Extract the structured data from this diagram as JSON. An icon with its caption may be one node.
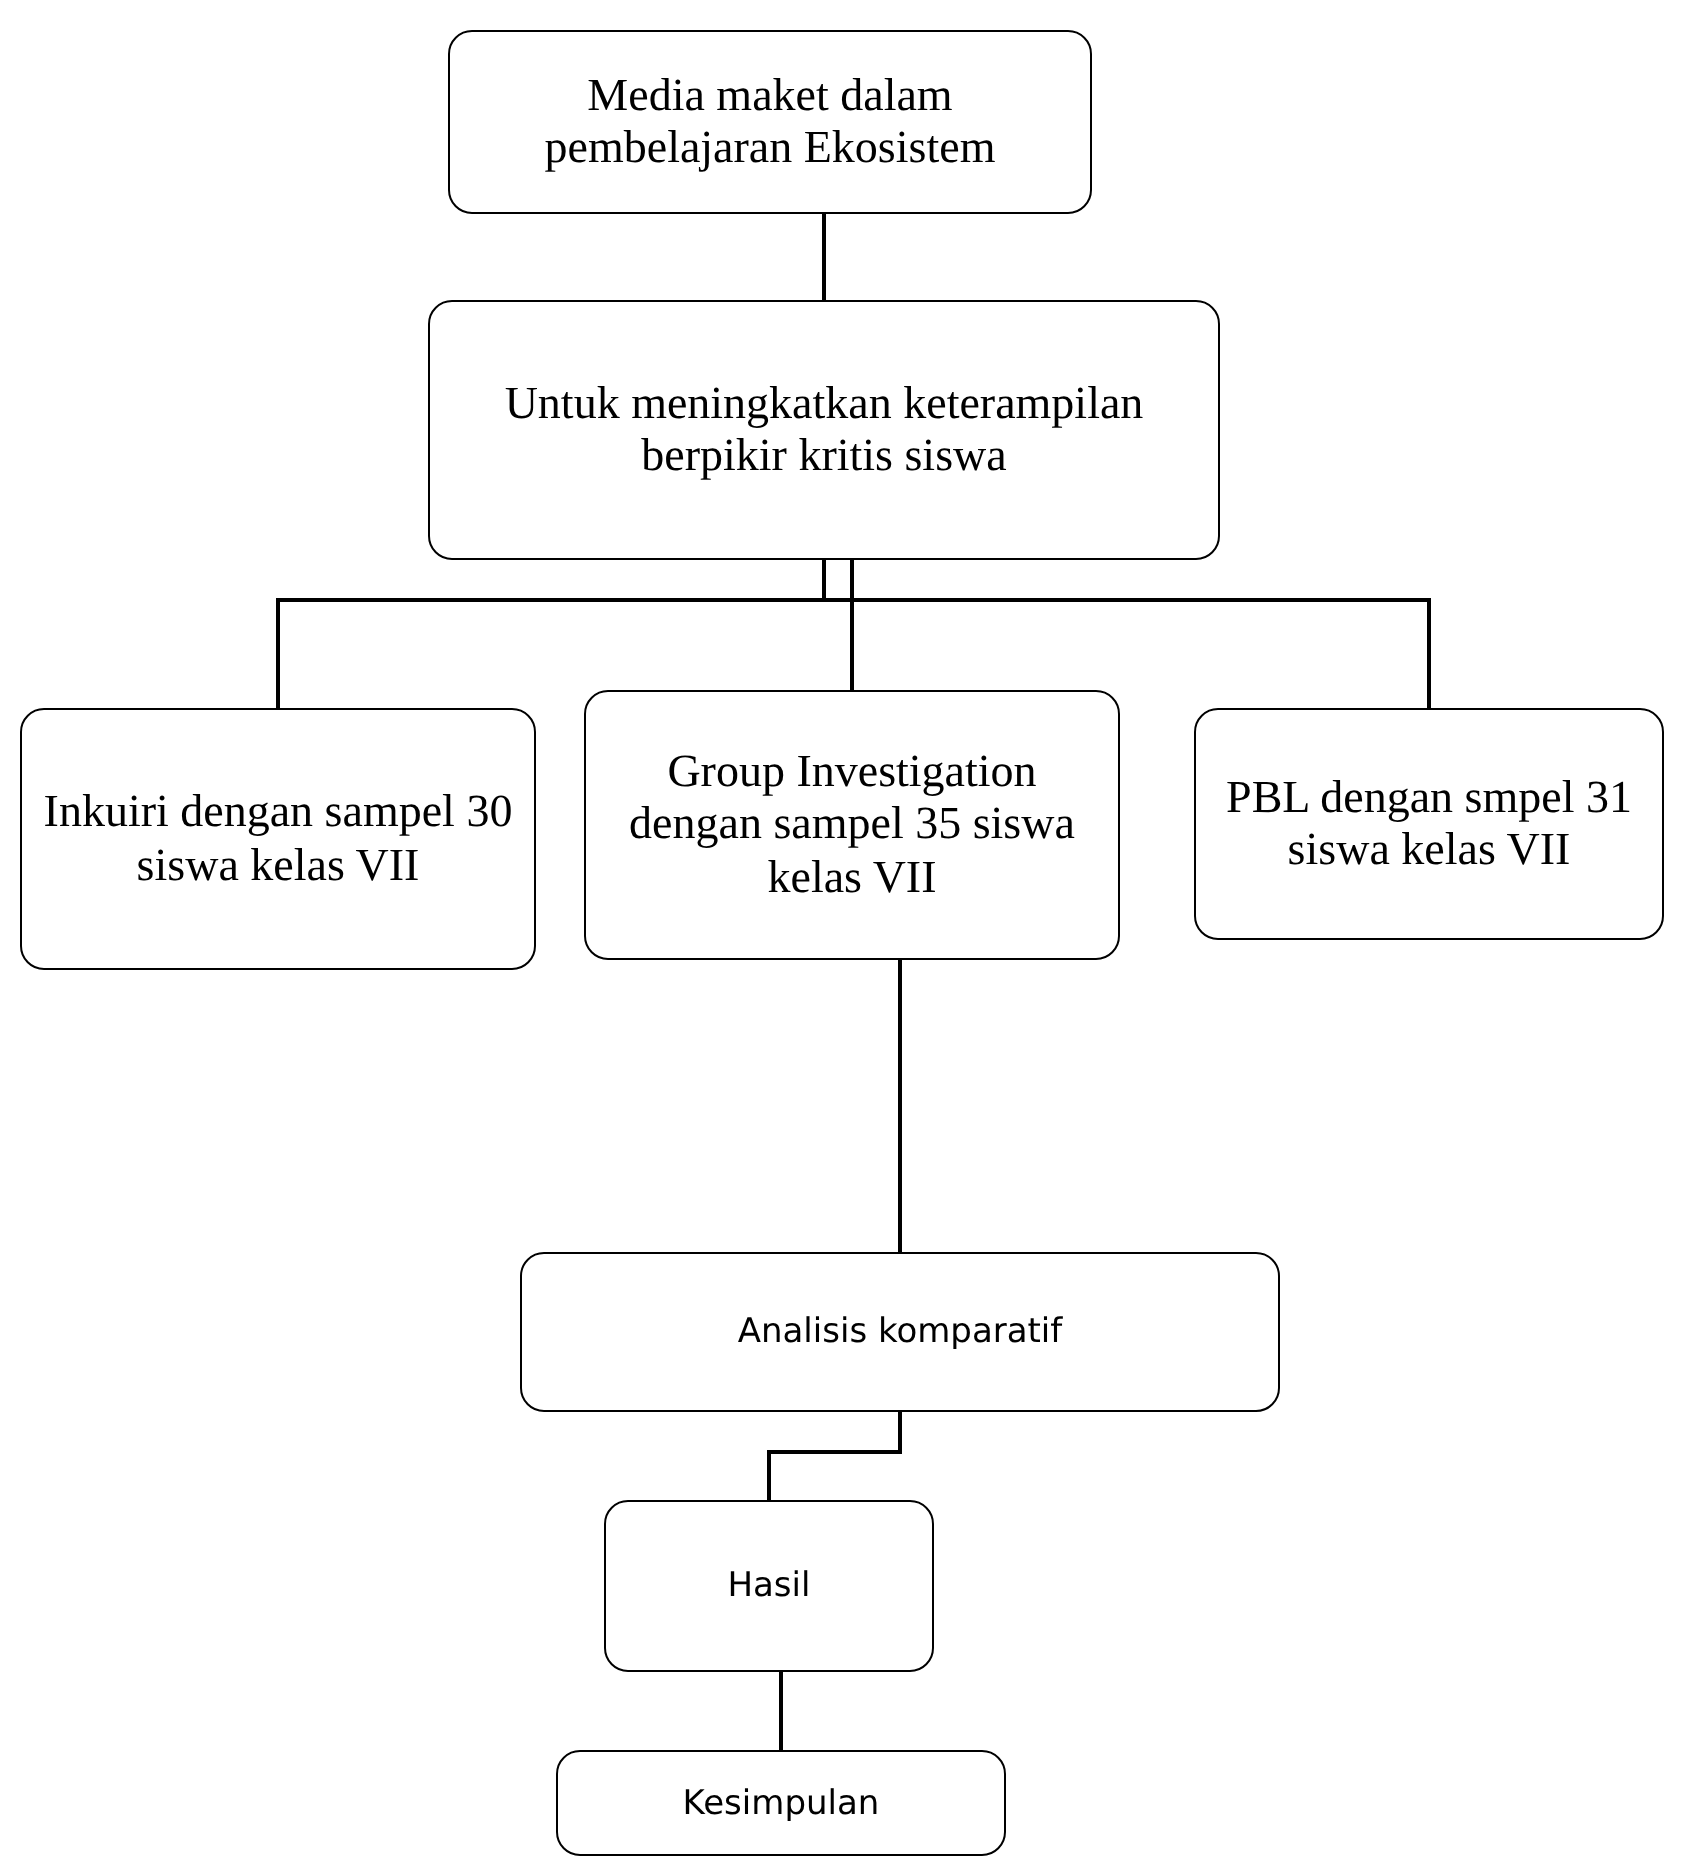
{
  "diagram": {
    "nodes": [
      {
        "text": [
          "Media maket dalam pembelajaran Ekosistem"
        ]
      },
      {
        "text": [
          "Untuk meningkatkan keterampilan berpikir kritis siswa"
        ]
      },
      {
        "text": [
          "Inkuiri dengan sampel 30 siswa kelas VII"
        ]
      },
      {
        "text": [
          "Group Investigation dengan sampel 35 siswa kelas VII"
        ]
      },
      {
        "text": [
          "PBL dengan smpel 31 siswa kelas VII"
        ]
      },
      {
        "text": [
          "Analisis komparatif"
        ]
      },
      {
        "text": [
          "Hasil"
        ]
      },
      {
        "text": [
          "Kesimpulan"
        ]
      }
    ],
    "edges": [
      {
        "from": 0,
        "to": 1,
        "arrow": "none"
      },
      {
        "from": 1,
        "to": 2,
        "arrow": "none"
      },
      {
        "from": 1,
        "to": 3,
        "arrow": "none"
      },
      {
        "from": 1,
        "to": 4,
        "arrow": "none"
      },
      {
        "from": 3,
        "to": 5,
        "arrow": "none"
      },
      {
        "from": 5,
        "to": 6,
        "arrow": "none"
      },
      {
        "from": 6,
        "to": 7,
        "arrow": "none"
      }
    ]
  }
}
